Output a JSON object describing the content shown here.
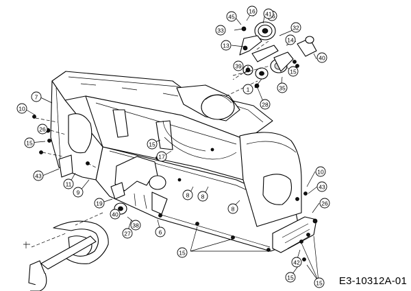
{
  "drawing_code": "E3-10312A-01",
  "callouts": [
    {
      "id": "c-16a",
      "label": "16"
    },
    {
      "id": "c-16b",
      "label": "16"
    },
    {
      "id": "c-41",
      "label": "41"
    },
    {
      "id": "c-45",
      "label": "45"
    },
    {
      "id": "c-33",
      "label": "33"
    },
    {
      "id": "c-32",
      "label": "32"
    },
    {
      "id": "c-13",
      "label": "13"
    },
    {
      "id": "c-14",
      "label": "14"
    },
    {
      "id": "c-40a",
      "label": "40"
    },
    {
      "id": "c-15a",
      "label": "15"
    },
    {
      "id": "c-39",
      "label": "39"
    },
    {
      "id": "c-35",
      "label": "35"
    },
    {
      "id": "c-1",
      "label": "1"
    },
    {
      "id": "c-28",
      "label": "28"
    },
    {
      "id": "c-7",
      "label": "7"
    },
    {
      "id": "c-10a",
      "label": "10"
    },
    {
      "id": "c-26a",
      "label": "26"
    },
    {
      "id": "c-15b",
      "label": "15"
    },
    {
      "id": "c-15c",
      "label": "15"
    },
    {
      "id": "c-17",
      "label": "17"
    },
    {
      "id": "c-43a",
      "label": "43"
    },
    {
      "id": "c-11",
      "label": "11"
    },
    {
      "id": "c-9",
      "label": "9"
    },
    {
      "id": "c-8a",
      "label": "8"
    },
    {
      "id": "c-8b",
      "label": "8"
    },
    {
      "id": "c-8c",
      "label": "8"
    },
    {
      "id": "c-19",
      "label": "19"
    },
    {
      "id": "c-40b",
      "label": "40"
    },
    {
      "id": "c-38",
      "label": "38"
    },
    {
      "id": "c-27",
      "label": "27"
    },
    {
      "id": "c-6",
      "label": "6"
    },
    {
      "id": "c-10b",
      "label": "10"
    },
    {
      "id": "c-43b",
      "label": "43"
    },
    {
      "id": "c-26b",
      "label": "26"
    },
    {
      "id": "c-15d",
      "label": "15"
    },
    {
      "id": "c-42",
      "label": "42"
    },
    {
      "id": "c-15e",
      "label": "15"
    },
    {
      "id": "c-15f",
      "label": "15"
    }
  ]
}
